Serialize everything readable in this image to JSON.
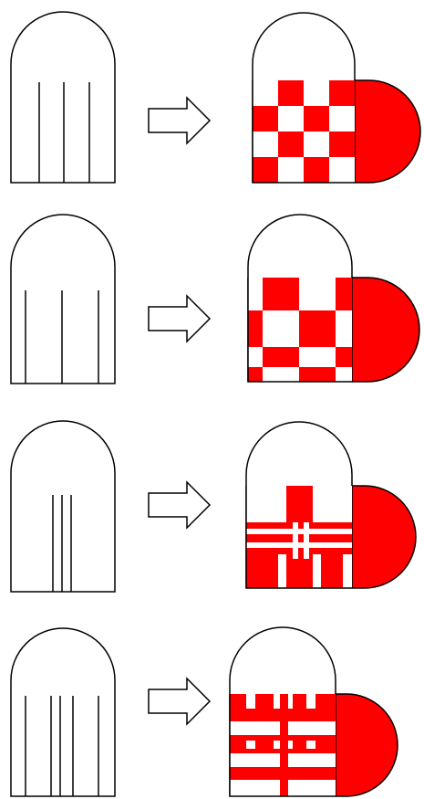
{
  "diagram": {
    "colors": {
      "stroke": "#000000",
      "fill_red": "#ff0000",
      "fill_white": "#ffffff",
      "background": "#ffffff"
    },
    "rows": [
      {
        "name": "row-1",
        "template": {
          "cuts": 3,
          "cut_pattern": "equal-spacing"
        },
        "arrow_icon": "right-arrow-outline-icon",
        "result": {
          "pattern": "checkerboard-4x4"
        }
      },
      {
        "name": "row-2",
        "template": {
          "cuts": 3,
          "cut_pattern": "wide-spacing"
        },
        "arrow_icon": "right-arrow-outline-icon",
        "result": {
          "pattern": "large-checks-with-thin-border-strips"
        }
      },
      {
        "name": "row-3",
        "template": {
          "cuts": 3,
          "cut_pattern": "narrow-center-strips"
        },
        "arrow_icon": "right-arrow-outline-icon",
        "result": {
          "pattern": "plaid-cross"
        }
      },
      {
        "name": "row-4",
        "template": {
          "cuts": 5,
          "cut_pattern": "mixed-spacing"
        },
        "arrow_icon": "right-arrow-outline-icon",
        "result": {
          "pattern": "fine-plaid"
        }
      }
    ]
  }
}
